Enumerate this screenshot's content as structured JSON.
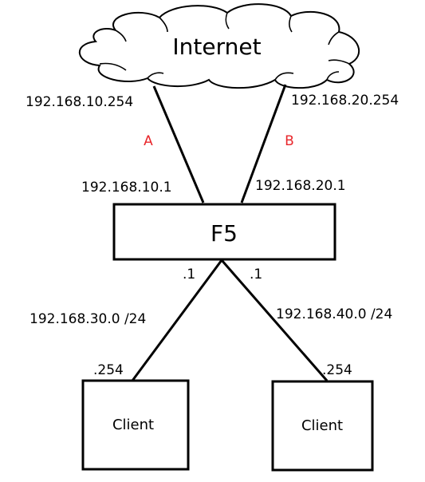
{
  "cloud": {
    "label": "Internet"
  },
  "links": {
    "a_label": "A",
    "b_label": "B",
    "a_upstream_ip": "192.168.10.254",
    "b_upstream_ip": "192.168.20.254",
    "a_f5_ip": "192.168.10.1",
    "b_f5_ip": "192.168.20.1"
  },
  "f5": {
    "label": "F5",
    "left_port": ".1",
    "right_port": ".1"
  },
  "subnets": {
    "left": "192.168.30.0 /24",
    "right": "192.168.40.0 /24"
  },
  "clients": [
    {
      "gateway_ip": ".254",
      "label": "Client"
    },
    {
      "gateway_ip": ".254",
      "label": "Client"
    }
  ],
  "colors": {
    "link_label": "#e8262b",
    "stroke": "#000000",
    "background": "#ffffff"
  }
}
